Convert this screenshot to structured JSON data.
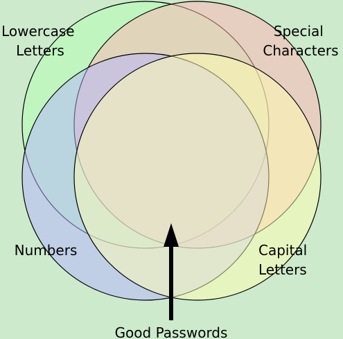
{
  "diagram": {
    "background": "#cdeacc",
    "sets": [
      {
        "name": "lowercase",
        "label_lines": [
          "Lowercase",
          "Letters"
        ],
        "fill": "#b3ffb3"
      },
      {
        "name": "special",
        "label_lines": [
          "Special",
          "Characters"
        ],
        "fill": "#ffb3b3"
      },
      {
        "name": "numbers",
        "label_lines": [
          "Numbers"
        ],
        "fill": "#b3b3ff"
      },
      {
        "name": "capital",
        "label_lines": [
          "Capital",
          "Letters"
        ],
        "fill": "#ffffb3"
      }
    ],
    "annotation": {
      "label": "Good Passwords",
      "arrow_color": "#000000"
    }
  }
}
